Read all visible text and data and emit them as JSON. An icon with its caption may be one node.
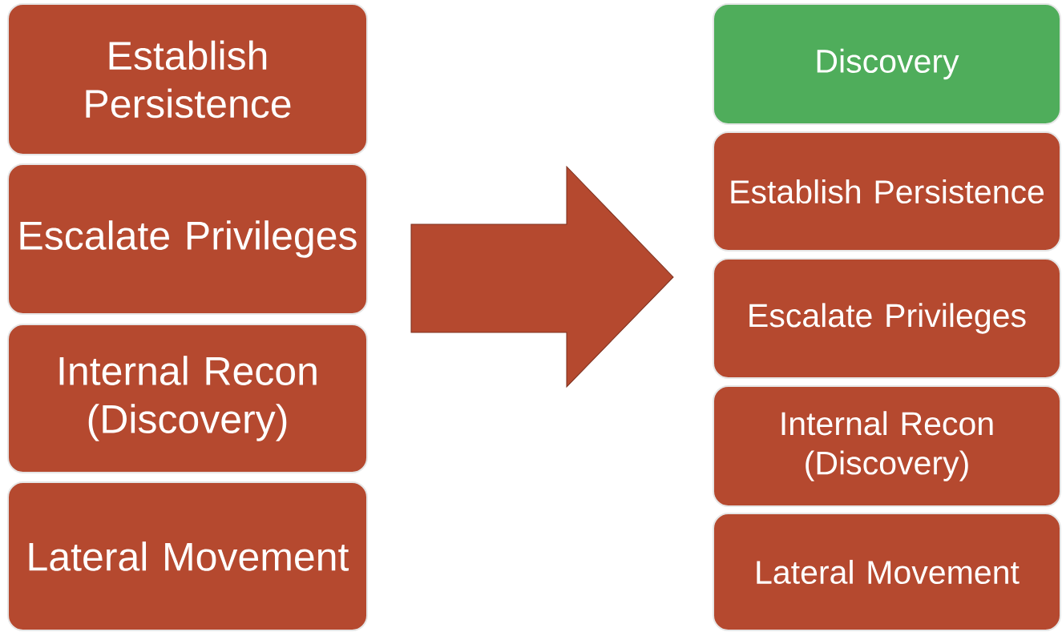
{
  "diagram": {
    "nodes": [
      {
        "text": [
          "Establish Persistence"
        ]
      },
      {
        "text": [
          "Escalate Privileges"
        ]
      },
      {
        "text": [
          "Internal Recon (Discovery)"
        ]
      },
      {
        "text": [
          "Lateral Movement"
        ]
      },
      {
        "text": [
          "Discovery"
        ]
      },
      {
        "text": [
          "Establish Persistence"
        ]
      },
      {
        "text": [
          "Escalate Privileges"
        ]
      },
      {
        "text": [
          "Internal Recon (Discovery)"
        ]
      },
      {
        "text": [
          "Lateral Movement"
        ]
      }
    ]
  }
}
